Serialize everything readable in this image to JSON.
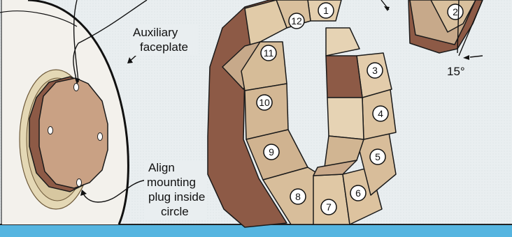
{
  "labels": {
    "faceplate": [
      "Auxiliary",
      "faceplate"
    ],
    "align_note": [
      "Align",
      "mounting",
      "plug inside",
      "circle"
    ],
    "angle": "15°"
  },
  "segments": [
    "1",
    "2",
    "3",
    "4",
    "5",
    "6",
    "7",
    "8",
    "9",
    "10",
    "11",
    "12"
  ],
  "loose_segment": "2",
  "colors": {
    "background": "#e9eef0",
    "bottom_band": "#56b5e0",
    "wood_light": "#e4cfae",
    "wood_mid": "#cfb28d",
    "wood_dark": "#8d5a46",
    "outline": "#1a1a1a"
  }
}
